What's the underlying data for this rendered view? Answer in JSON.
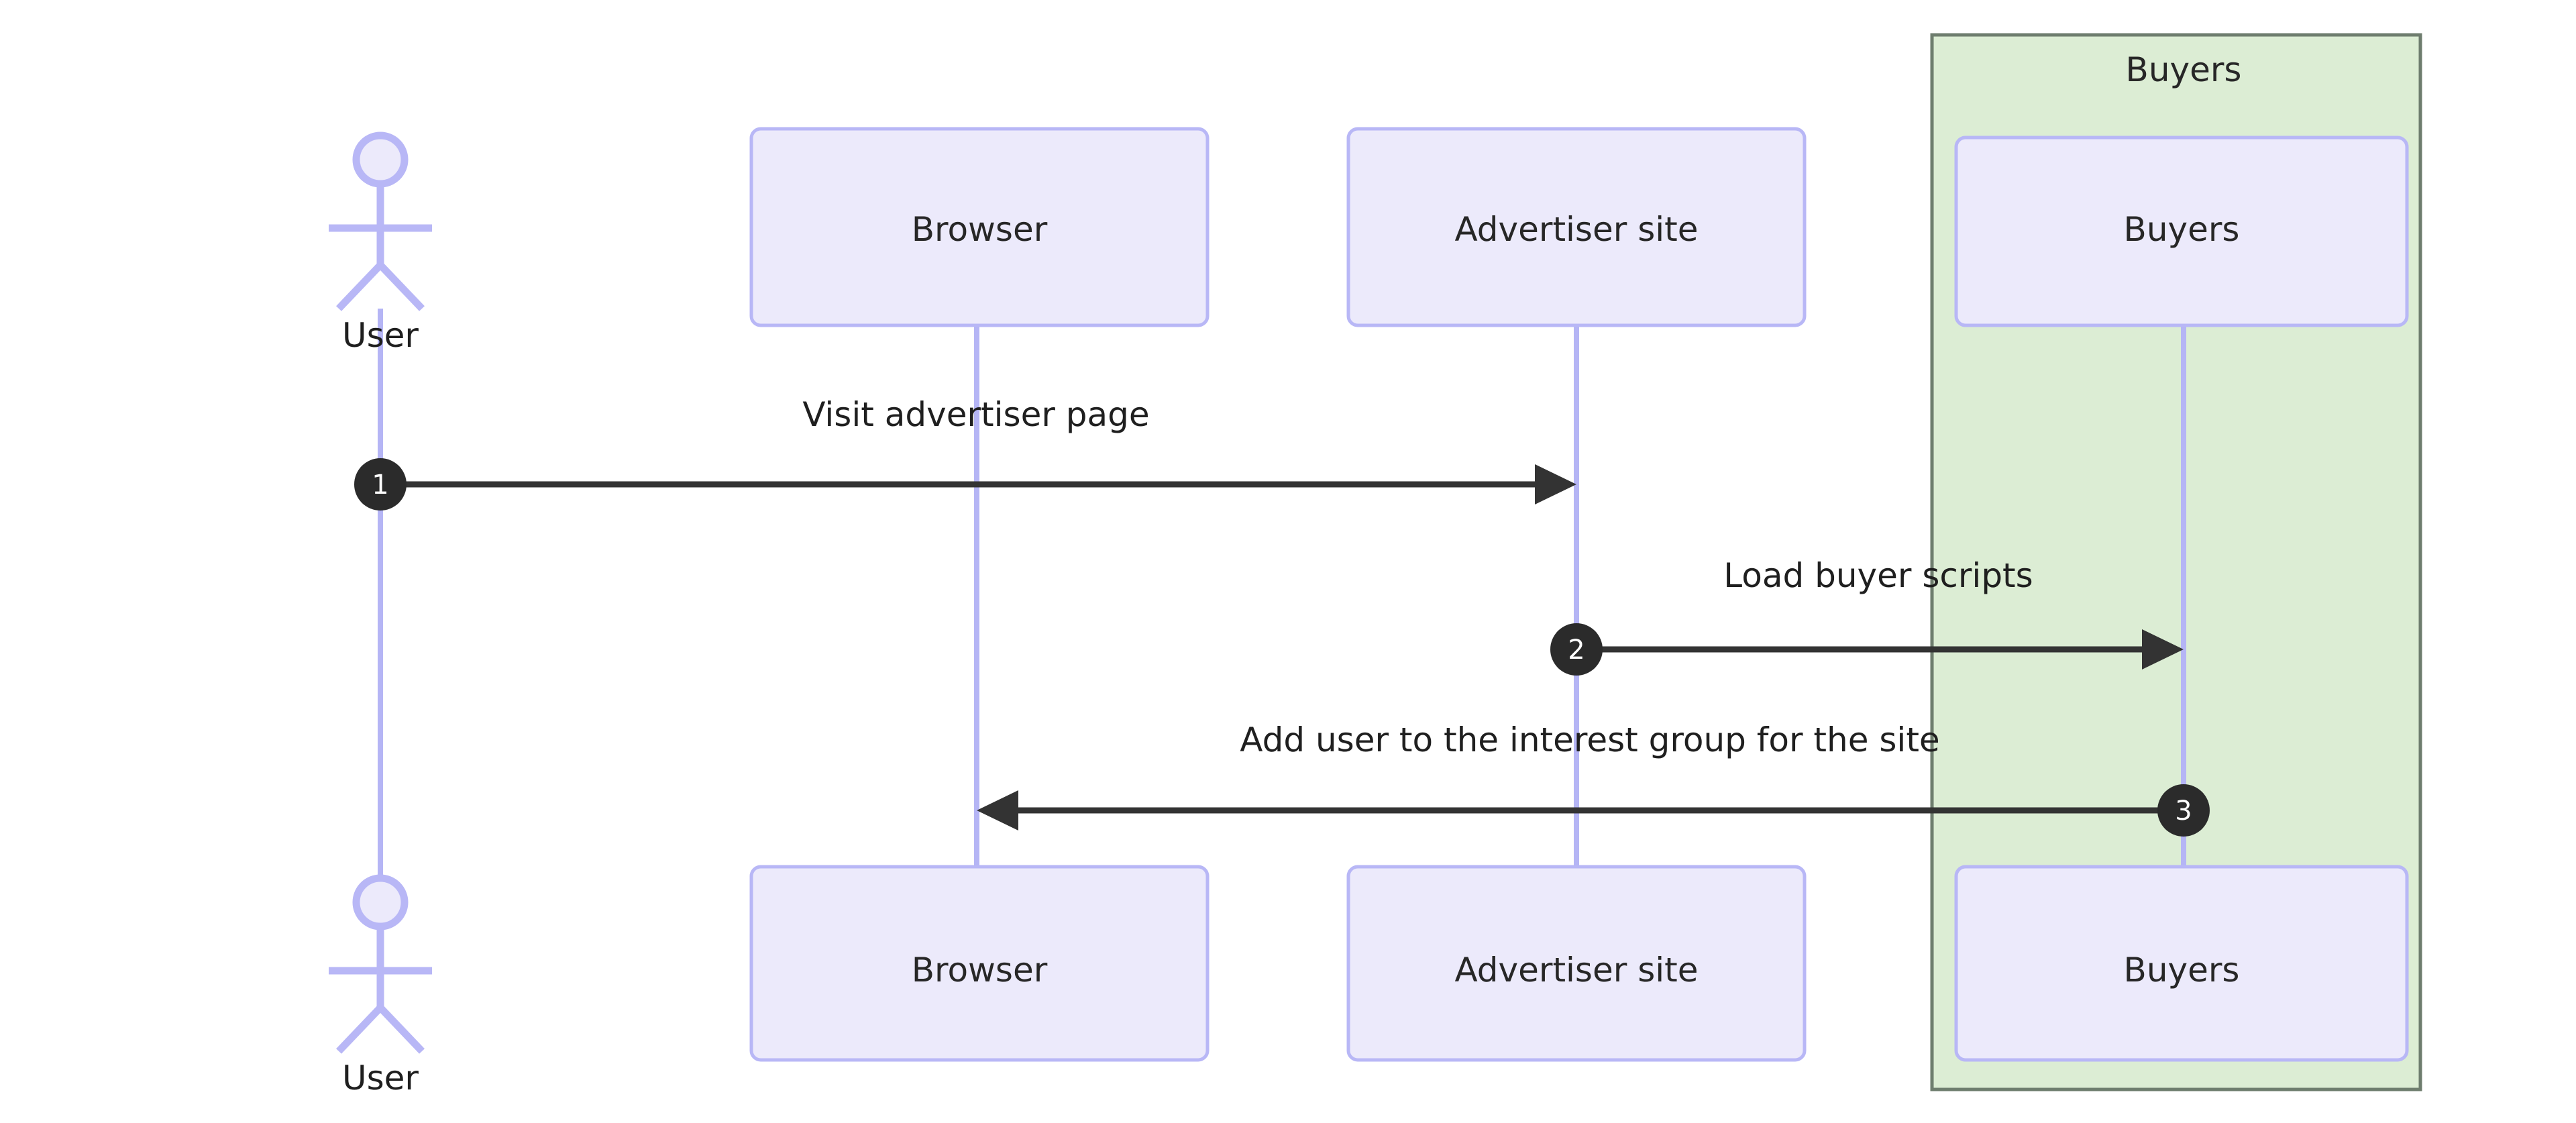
{
  "diagram": {
    "type": "sequence-diagram",
    "title": "",
    "background_color": "#ffffff",
    "participant_box_fill": "#ECEAFB",
    "participant_box_stroke": "#B8B7F6",
    "lifeline_color": "#B5B5F5",
    "group_fill": "#DCEDD4",
    "group_stroke": "#6E7D6E",
    "message_color": "#333333",
    "marker_fill": "#2B2B2B",
    "marker_text_color": "#ffffff"
  },
  "group": {
    "label": "Buyers"
  },
  "participants": [
    {
      "id": "user",
      "label": "User",
      "kind": "actor"
    },
    {
      "id": "browser",
      "label": "Browser",
      "kind": "box"
    },
    {
      "id": "advertiser",
      "label": "Advertiser site",
      "kind": "box"
    },
    {
      "id": "buyers",
      "label": "Buyers",
      "kind": "box",
      "group": "Buyers"
    }
  ],
  "participants_bottom": [
    {
      "id": "user",
      "label": "User",
      "kind": "actor"
    },
    {
      "id": "browser",
      "label": "Browser",
      "kind": "box"
    },
    {
      "id": "advertiser",
      "label": "Advertiser site",
      "kind": "box"
    },
    {
      "id": "buyers",
      "label": "Buyers",
      "kind": "box",
      "group": "Buyers"
    }
  ],
  "messages": [
    {
      "number": "1",
      "label": "Visit advertiser page",
      "from": "User",
      "to": "Advertiser site",
      "direction": "right"
    },
    {
      "number": "2",
      "label": "Load buyer scripts",
      "from": "Advertiser site",
      "to": "Buyers",
      "direction": "right"
    },
    {
      "number": "3",
      "label": "Add user to the interest group for the site",
      "from": "Buyers",
      "to": "Browser",
      "direction": "left"
    }
  ]
}
